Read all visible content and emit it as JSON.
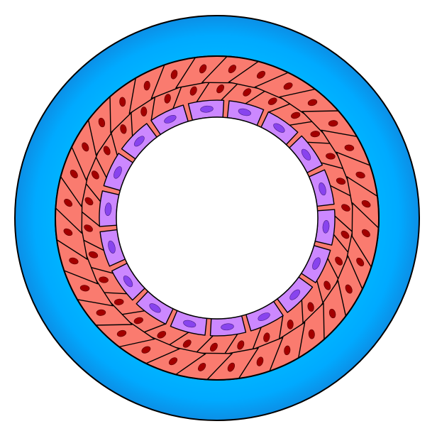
{
  "figure": {
    "subject": "blood-vessel-cross-section",
    "layers": [
      {
        "id": "outer-layer",
        "fill": "#00aaff",
        "shade": "#1b74d6",
        "stroke": "#000000"
      },
      {
        "id": "muscle-layer",
        "fill": "#fa7b6f",
        "nucleus": "#a30000",
        "stroke": "#000000"
      },
      {
        "id": "endothelial-layer",
        "fill": "#cc88ff",
        "nucleus": "#8844ee",
        "stroke": "#000000"
      },
      {
        "id": "lumen",
        "fill": "#ffffff",
        "stroke": "#000000"
      }
    ]
  }
}
